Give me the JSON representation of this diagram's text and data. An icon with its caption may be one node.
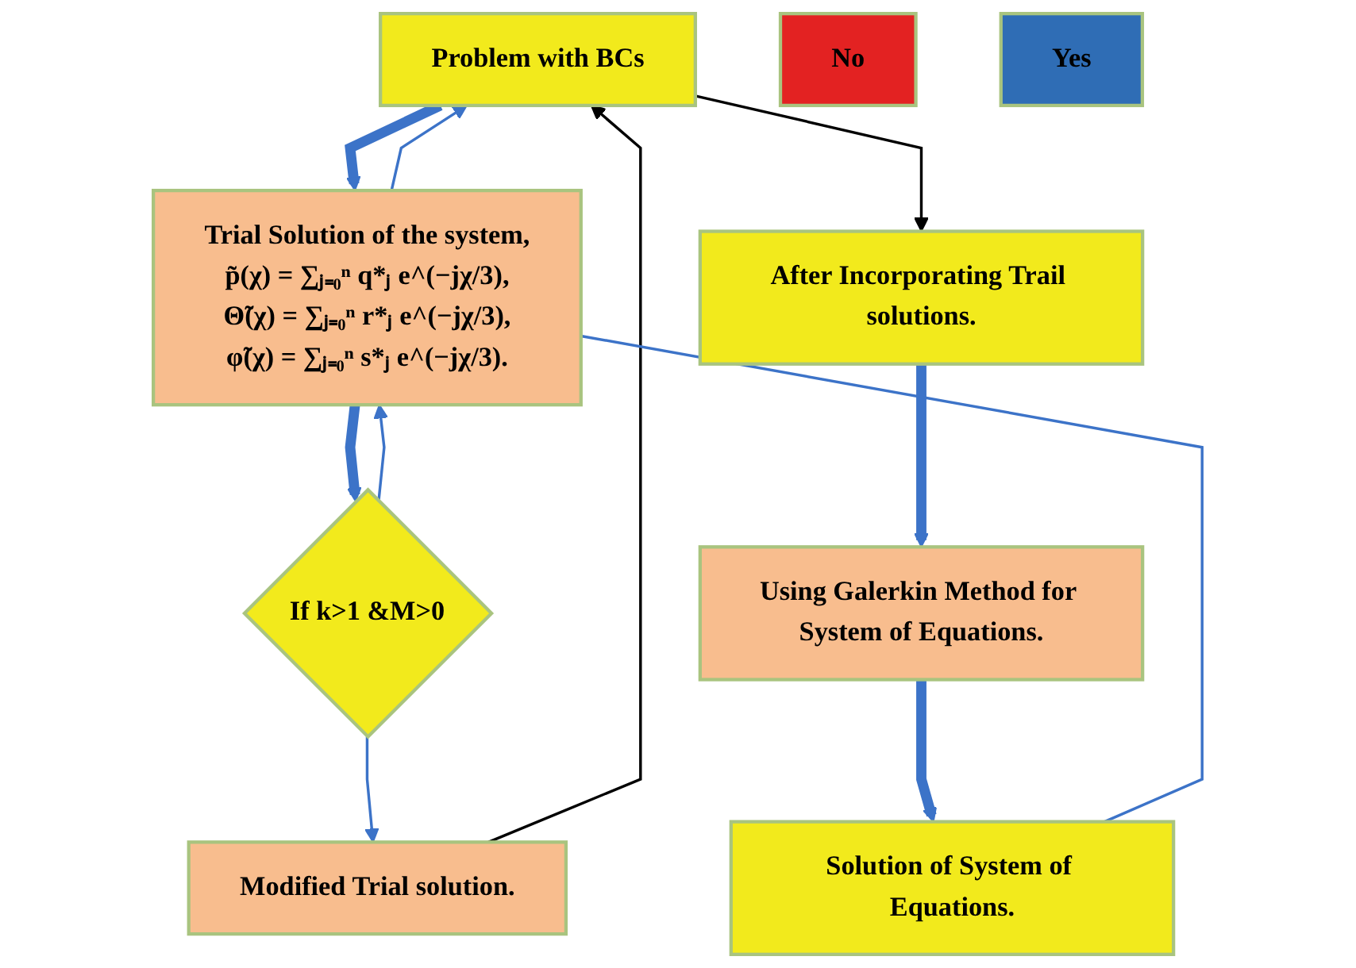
{
  "diagram": {
    "nodes": [
      {
        "text": [
          "Problem with BCs"
        ]
      },
      {
        "text": [
          "After Incorporating Trail solutions."
        ]
      },
      {
        "text": [
          "Trial Solution of the system,",
          "p̃(χ) = ∑ⱼ₌₀ⁿ q*ⱼ e^(−jχ/3),",
          "Θ̃(χ) = ∑ⱼ₌₀ⁿ r*ⱼ e^(−jχ/3),",
          "φ̃(χ) = ∑ⱼ₌₀ⁿ s*ⱼ e^(−jχ/3)."
        ]
      },
      {
        "text": [
          "Using Galerkin Method for System of Equations."
        ]
      },
      {
        "text": [
          "If k>1 &M>0"
        ]
      },
      {
        "text": [
          "Modified Trial solution."
        ]
      },
      {
        "text": [
          "No"
        ]
      },
      {
        "text": [
          "Yes"
        ]
      },
      {
        "text": [
          "Solution of System of Equations."
        ]
      }
    ],
    "edges": [
      {
        "from": 0,
        "to": 2,
        "arrow": "to",
        "style": "thick"
      },
      {
        "from": 0,
        "to": 1,
        "arrow": "to",
        "color": "#000000"
      },
      {
        "from": 2,
        "to": 0,
        "arrow": "to"
      },
      {
        "from": 1,
        "to": 3,
        "arrow": "to",
        "style": "thick"
      },
      {
        "from": 2,
        "to": 4,
        "arrow": "to",
        "style": "thick"
      },
      {
        "from": 3,
        "to": 8,
        "arrow": "to",
        "style": "thick"
      },
      {
        "from": 4,
        "to": 5,
        "arrow": "to"
      },
      {
        "from": 4,
        "to": 2,
        "arrow": "to"
      },
      {
        "from": 5,
        "to": 0,
        "arrow": "to",
        "color": "#000000"
      },
      {
        "from": 2,
        "to": 8,
        "arrow": "none"
      }
    ]
  }
}
